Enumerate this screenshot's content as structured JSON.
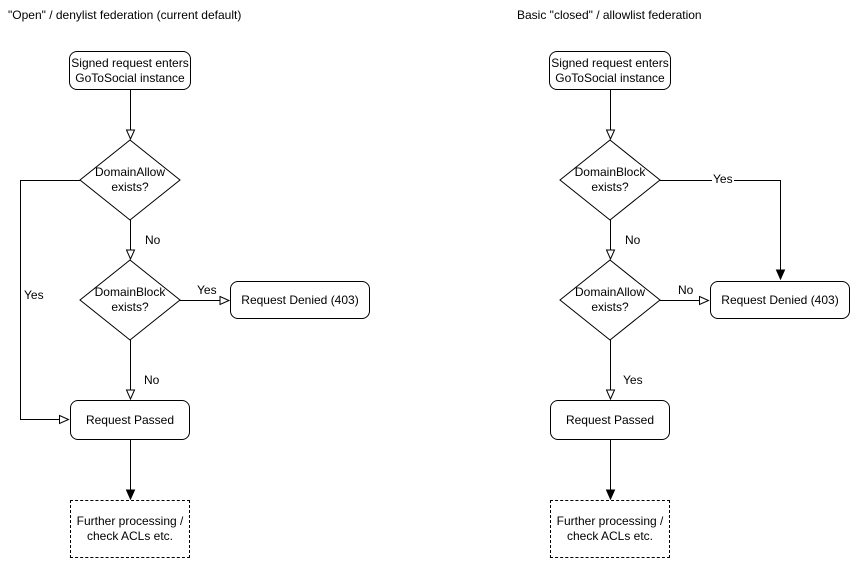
{
  "diagram": {
    "colors": {
      "stroke": "#000000",
      "text": "#000000",
      "background": "#ffffff"
    },
    "charts": [
      {
        "title": "\"Open\" / denylist federation (current default)",
        "nodes": {
          "start": "Signed request enters\nGoToSocial instance",
          "decision_top": "DomainAllow\nexists?",
          "decision_second": "DomainBlock\nexists?",
          "denied": "Request Denied (403)",
          "passed": "Request Passed",
          "further": "Further processing /\ncheck ACLs etc."
        },
        "edge_labels": {
          "top_down": "No",
          "top_side": "Yes",
          "second_side": "Yes",
          "second_down": "No"
        }
      },
      {
        "title": "Basic \"closed\" / allowlist federation",
        "nodes": {
          "start": "Signed request enters\nGoToSocial instance",
          "decision_top": "DomainBlock\nexists?",
          "decision_second": "DomainAllow\nexists?",
          "denied": "Request Denied (403)",
          "passed": "Request Passed",
          "further": "Further processing /\ncheck ACLs etc."
        },
        "edge_labels": {
          "top_down": "No",
          "top_side": "Yes",
          "second_side": "No",
          "second_down": "Yes"
        }
      }
    ]
  }
}
